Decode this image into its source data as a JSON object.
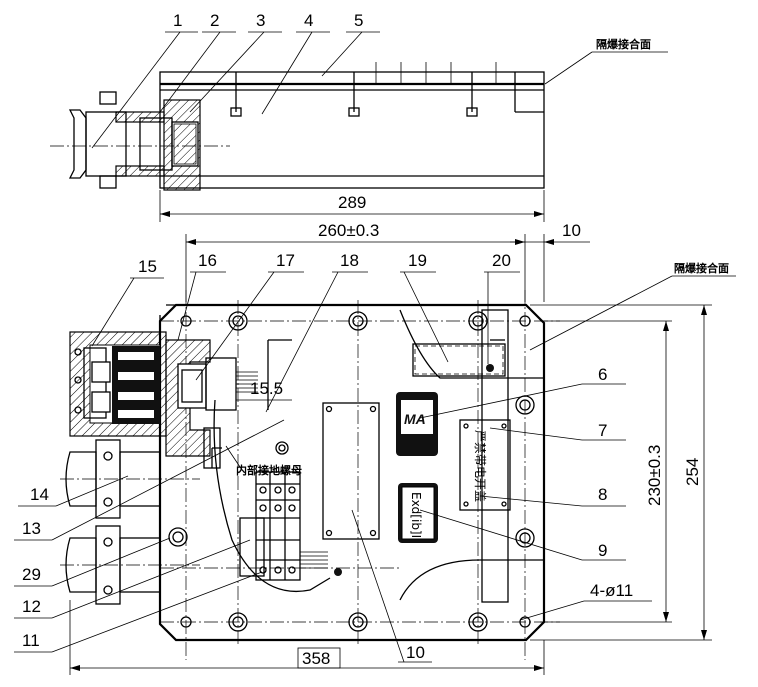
{
  "top_view": {
    "callouts": [
      "1",
      "2",
      "3",
      "4",
      "5"
    ],
    "surface_label": "隔爆接合面",
    "length": "289"
  },
  "main_view": {
    "callouts_left": [
      "15",
      "16",
      "17",
      "18",
      "19",
      "20"
    ],
    "callouts_right": [
      "6",
      "7",
      "8",
      "9",
      "4-ø11"
    ],
    "callouts_left_side": [
      "14",
      "13",
      "29",
      "12",
      "11"
    ],
    "callout_bottom": "10",
    "surface_label": "隔爆接合面",
    "dim_260": "260±0.3",
    "dim_10": "10",
    "dim_230": "230±0.3",
    "dim_254": "254",
    "dim_358": "358",
    "dim_15_5": "15.5",
    "ground_label": "内部接地螺母",
    "plate_ma": "MA",
    "plate_warning": "严禁带电开盖",
    "plate_exd": "Exd[ib]I"
  }
}
